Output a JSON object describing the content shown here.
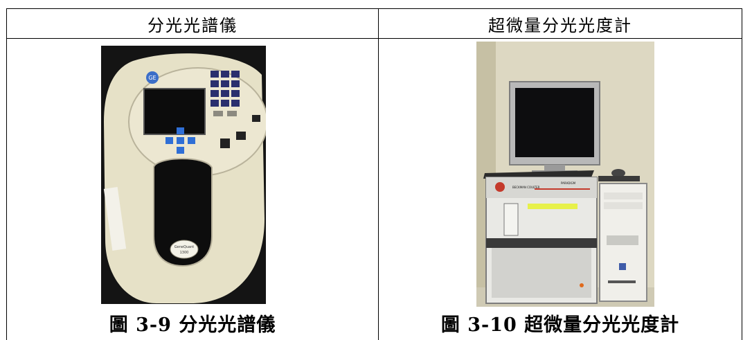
{
  "table": {
    "header": {
      "col1": "分光光譜儀",
      "col2": "超微量分光光度計"
    },
    "figures": [
      {
        "caption": "圖 3-9 分光光譜儀",
        "device_labels": [
          "GE",
          "GeneQuant",
          "1300"
        ]
      },
      {
        "caption": "圖 3-10 超微量分光光度計",
        "device_labels": [
          "BECKMAN COULTER",
          "PARADIGM"
        ]
      }
    ]
  }
}
